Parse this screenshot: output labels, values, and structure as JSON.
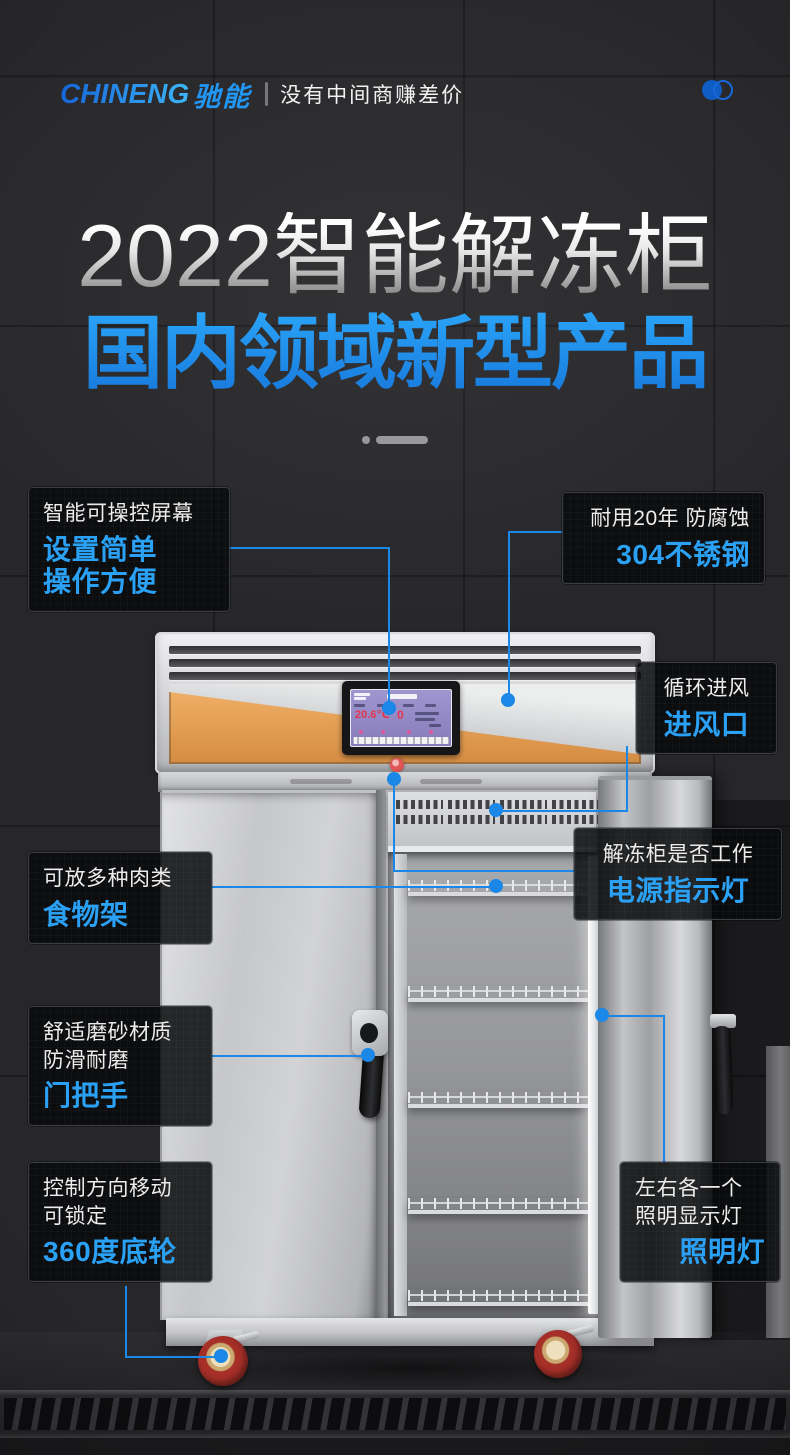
{
  "colors": {
    "accent_blue": "#2196f3",
    "highlight_blue": "#2ba1f5",
    "connector_blue": "#1b87e6",
    "panel_orange": "#dd9450",
    "screen_purple": "#938ac2",
    "indicator_red": "#d24242",
    "wheel_red": "#a5302a"
  },
  "header": {
    "brand_en": "CHINENG",
    "brand_cn": "驰能",
    "tagline": "没有中间商赚差价"
  },
  "hero": {
    "title_line1": "2022智能解冻柜",
    "title_line2": "国内领域新型产品"
  },
  "screen": {
    "temp_display": "20.6℃",
    "count_display": "0"
  },
  "callouts": [
    {
      "d1": "智能可操控屏幕",
      "t1": "设置简单",
      "t2": "操作方便"
    },
    {
      "d1": "耐用20年 防腐蚀",
      "t1": "304不锈钢"
    },
    {
      "d1": "循环进风",
      "t1": "进风口"
    },
    {
      "d1": "解冻柜是否工作",
      "t1": "电源指示灯"
    },
    {
      "d1": "可放多种肉类",
      "t1": "食物架"
    },
    {
      "d1": "舒适磨砂材质",
      "d2": "防滑耐磨",
      "t1": "门把手"
    },
    {
      "d1": "控制方向移动",
      "d2": "可锁定",
      "t1": "360度底轮"
    },
    {
      "d1": "左右各一个",
      "d2": "照明显示灯",
      "t1": "照明灯"
    }
  ]
}
